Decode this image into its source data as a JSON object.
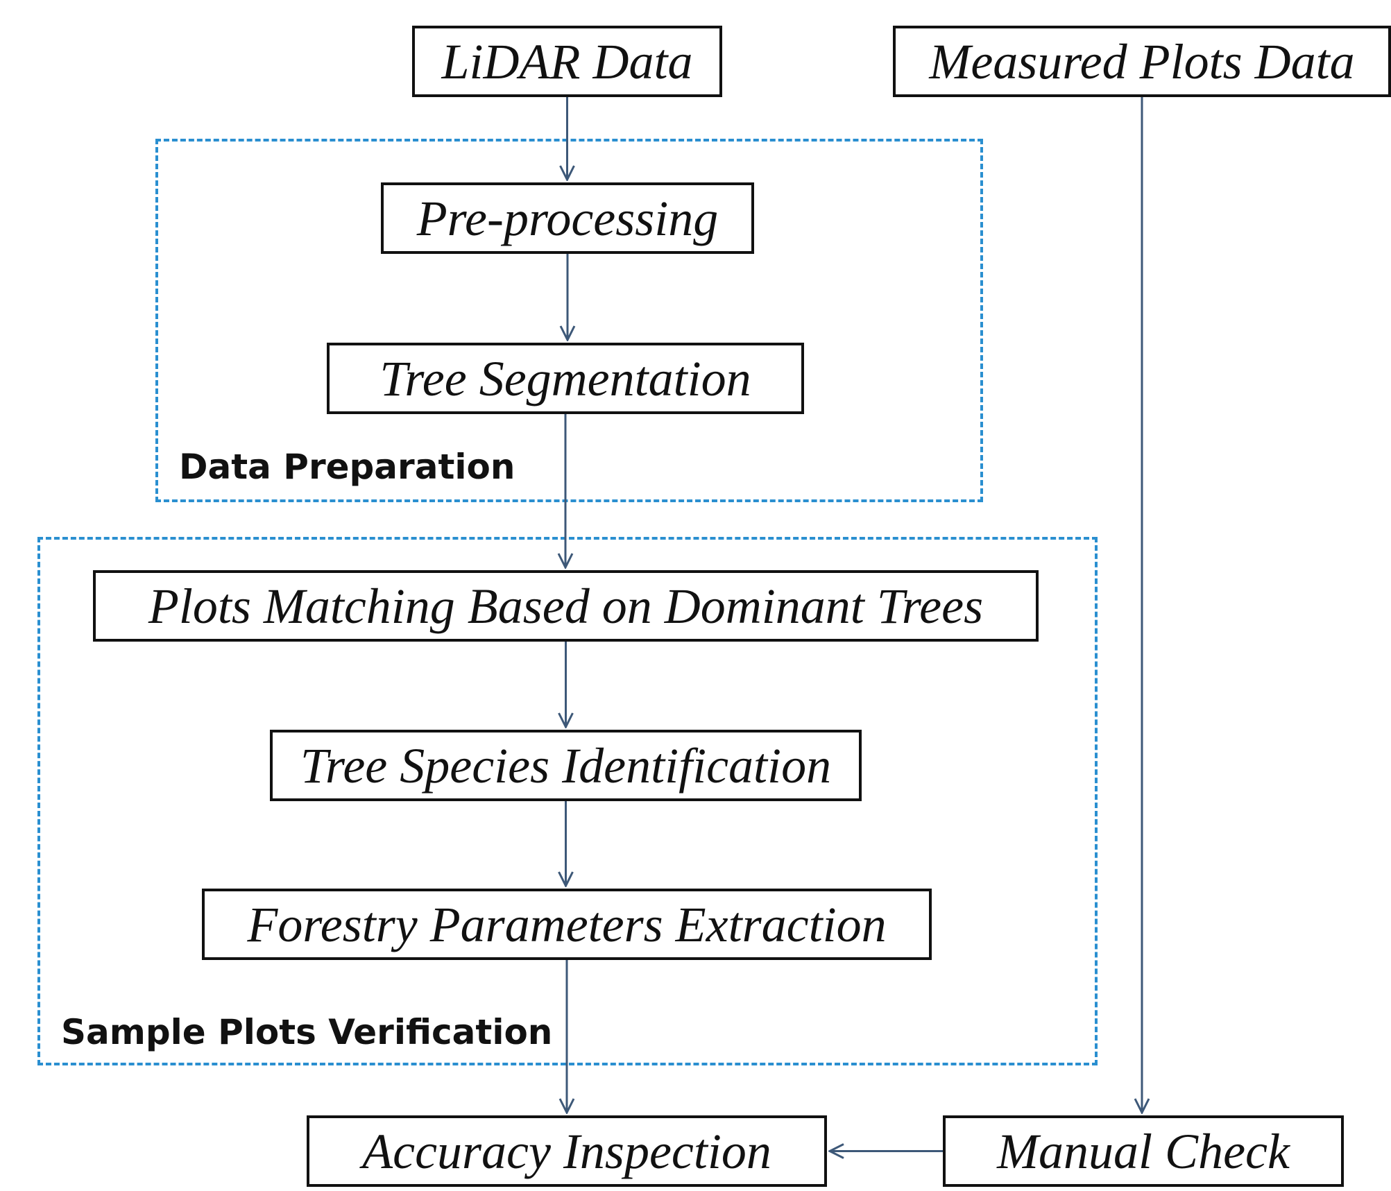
{
  "nodes": {
    "lidar_data": "LiDAR Data",
    "measured_plots_data": "Measured Plots Data",
    "pre_processing": "Pre-processing",
    "tree_segmentation": "Tree Segmentation",
    "plots_matching": "Plots Matching Based on Dominant Trees",
    "tree_species_identification": "Tree Species Identification",
    "forestry_parameters_extraction": "Forestry Parameters Extraction",
    "accuracy_inspection": "Accuracy Inspection",
    "manual_check": "Manual Check"
  },
  "groups": {
    "data_preparation": "Data Preparation",
    "sample_plots_verification": "Sample Plots Verification"
  },
  "edges": [
    {
      "from": "lidar_data",
      "to": "pre_processing"
    },
    {
      "from": "pre_processing",
      "to": "tree_segmentation"
    },
    {
      "from": "tree_segmentation",
      "to": "plots_matching"
    },
    {
      "from": "plots_matching",
      "to": "tree_species_identification"
    },
    {
      "from": "tree_species_identification",
      "to": "forestry_parameters_extraction"
    },
    {
      "from": "forestry_parameters_extraction",
      "to": "accuracy_inspection"
    },
    {
      "from": "measured_plots_data",
      "to": "manual_check"
    },
    {
      "from": "manual_check",
      "to": "accuracy_inspection"
    }
  ],
  "colors": {
    "group_border": "#2a8fd0",
    "edge": "#3d5878",
    "node_border": "#111111"
  }
}
